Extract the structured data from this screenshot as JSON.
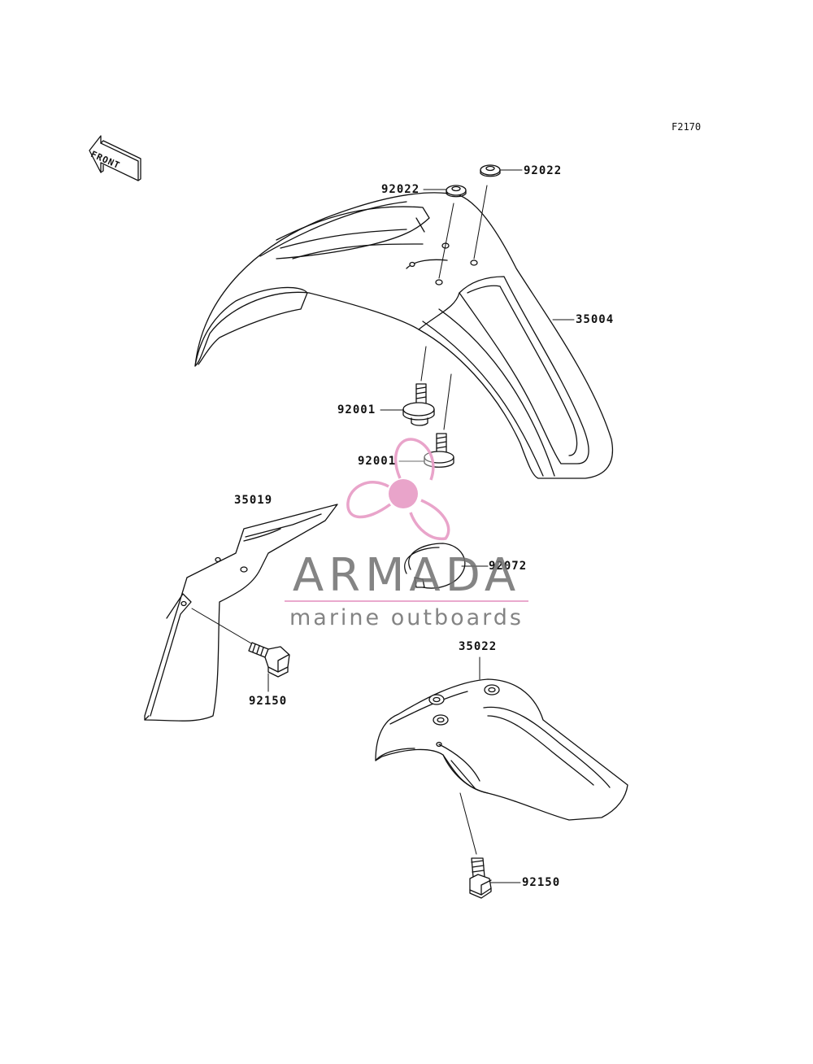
{
  "figure_code": "F2170",
  "front_arrow_text": "FRONT",
  "parts": [
    {
      "id": "part-92022-right",
      "number": "92022"
    },
    {
      "id": "part-92022-left",
      "number": "92022"
    },
    {
      "id": "part-35004",
      "number": "35004"
    },
    {
      "id": "part-92001-upper",
      "number": "92001"
    },
    {
      "id": "part-92001-lower",
      "number": "92001"
    },
    {
      "id": "part-35019",
      "number": "35019"
    },
    {
      "id": "part-92072",
      "number": "92072"
    },
    {
      "id": "part-92150-left",
      "number": "92150"
    },
    {
      "id": "part-35022",
      "number": "35022"
    },
    {
      "id": "part-92150-bottom",
      "number": "92150"
    }
  ],
  "watermark": {
    "brand": "ARMADA",
    "tagline": "marine outboards",
    "logo_color": "#e8a0c8",
    "text_color": "#6e6e6e"
  }
}
